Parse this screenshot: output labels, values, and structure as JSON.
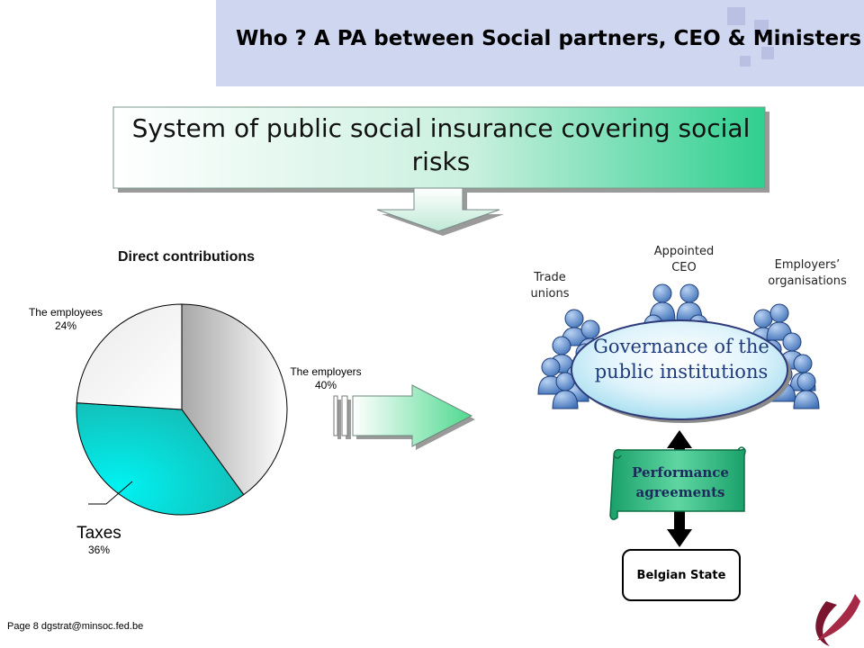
{
  "header": {
    "title": "Who ? A PA between Social partners, CEO & Ministers"
  },
  "system_box": {
    "text": "System of public social insurance covering social risks"
  },
  "pie_chart": {
    "title": "Direct contributions",
    "slices": [
      {
        "label": "The employers",
        "percent_label": "40%",
        "value": 40
      },
      {
        "label": "Taxes",
        "percent_label": "36%",
        "value": 36
      },
      {
        "label": "The employees",
        "percent_label": "24%",
        "value": 24
      }
    ]
  },
  "chart_data": {
    "type": "pie",
    "title": "Direct contributions",
    "categories": [
      "The employers",
      "Taxes",
      "The employees"
    ],
    "values": [
      40,
      36,
      24
    ]
  },
  "groups": {
    "trade_unions": "Trade unions",
    "appointed_ceo": "Appointed CEO",
    "employers": "Employers’ organisations"
  },
  "governance": {
    "text": "Governance of the public institutions"
  },
  "performance": {
    "text": "Performance agreements"
  },
  "state": {
    "text": "Belgian State"
  },
  "footer": {
    "text": "Page 8 dgstrat@minsoc.fed.be"
  }
}
